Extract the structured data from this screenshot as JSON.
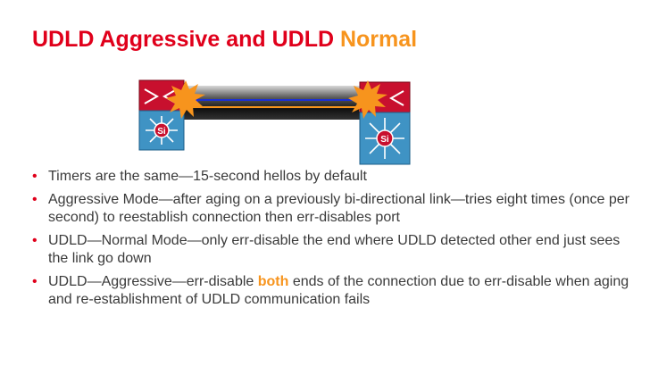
{
  "slide": {
    "title_red": "UDLD Aggressive and UDLD",
    "title_orange": "Normal",
    "bullets": [
      {
        "text": "Timers are the same—15-second hellos by default"
      },
      {
        "text": "Aggressive Mode—after aging on a previously bi-directional link—tries eight times (once per second) to reestablish connection then err-disables port"
      },
      {
        "text": "UDLD—Normal Mode—only err-disable the end where UDLD detected other end just sees the link go down"
      },
      {
        "text_before": "UDLD—Aggressive—err-disable ",
        "highlight": "both",
        "text_after": " ends of the connection due to err-disable when aging and re-establishment of UDLD communication fails"
      }
    ],
    "switch_label": "Si",
    "bullet_glyph": "•"
  },
  "colors": {
    "title_red": "#e0001b",
    "title_orange": "#f7941d",
    "bullet_red": "#e0001b",
    "switch_blue": "#3f93c4",
    "switch_red": "#c8102e",
    "burst": "#f7941d"
  },
  "icons": [
    "multilayer-switch-icon",
    "link-failure-burst-icon",
    "direction-arrow-icon"
  ]
}
